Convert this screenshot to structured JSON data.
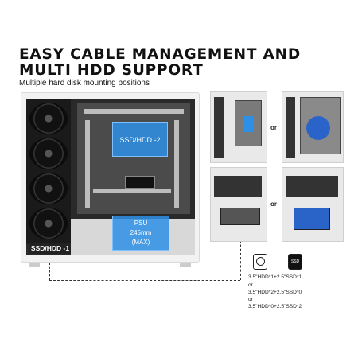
{
  "heading": {
    "line1": "EASY CABLE MANAGEMENT AND",
    "line2": "MULTI HDD SUPPORT",
    "subtitle": "Multiple hard disk mounting positions"
  },
  "case_labels": {
    "ssd_hdd_2": "SSD/HDD -2",
    "ssd_hdd_1": "SSD/HDD -1",
    "psu_line1": "PSU",
    "psu_line2": "245mm",
    "psu_line3": "(MAX)"
  },
  "options": {
    "or_top": "or",
    "or_bottom": "or"
  },
  "icons": {
    "hdd_icon": "hdd-icon",
    "ssd_icon": "ssd-icon",
    "ssd_label": "SSD"
  },
  "specs": {
    "line1": "3.5\"HDD*1+2.5\"SSD*1",
    "or1": "or",
    "line2": "3.5\"HDD*2+2.5\"SSD*0",
    "or2": "or",
    "line3": "3.5\"HDD*0+2.5\"SSD*2"
  },
  "colors": {
    "highlight_blue": "#2e8fe6",
    "case_white": "#f2f2f2",
    "interior_dark": "#2a2a2a"
  }
}
